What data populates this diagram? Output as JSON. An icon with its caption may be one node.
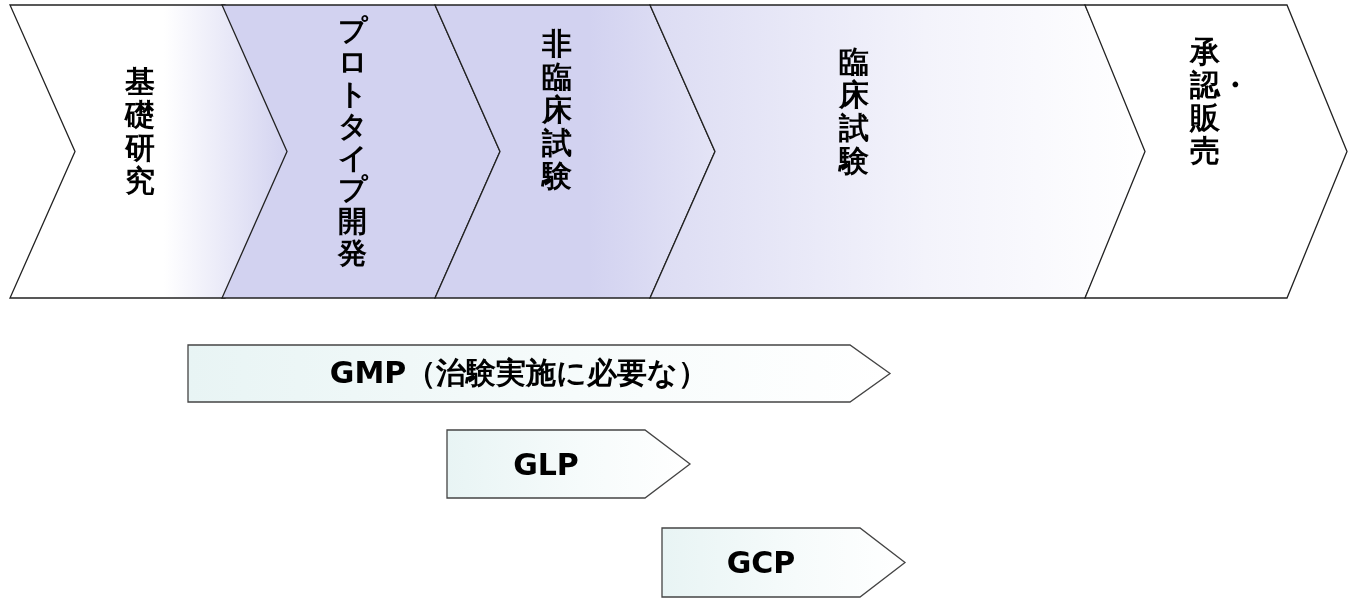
{
  "diagram": {
    "nodes": [
      {
        "text": [
          "基礎研究"
        ]
      },
      {
        "text": [
          "プロトタイプ開発"
        ]
      },
      {
        "text": [
          "非臨床試験"
        ]
      },
      {
        "text": [
          "臨床試験"
        ]
      },
      {
        "text": [
          "承認・販売"
        ]
      },
      {
        "text": [
          "GMP（治験実施に必要な）"
        ]
      },
      {
        "text": [
          "GLP"
        ]
      },
      {
        "text": [
          "GCP"
        ]
      }
    ]
  }
}
